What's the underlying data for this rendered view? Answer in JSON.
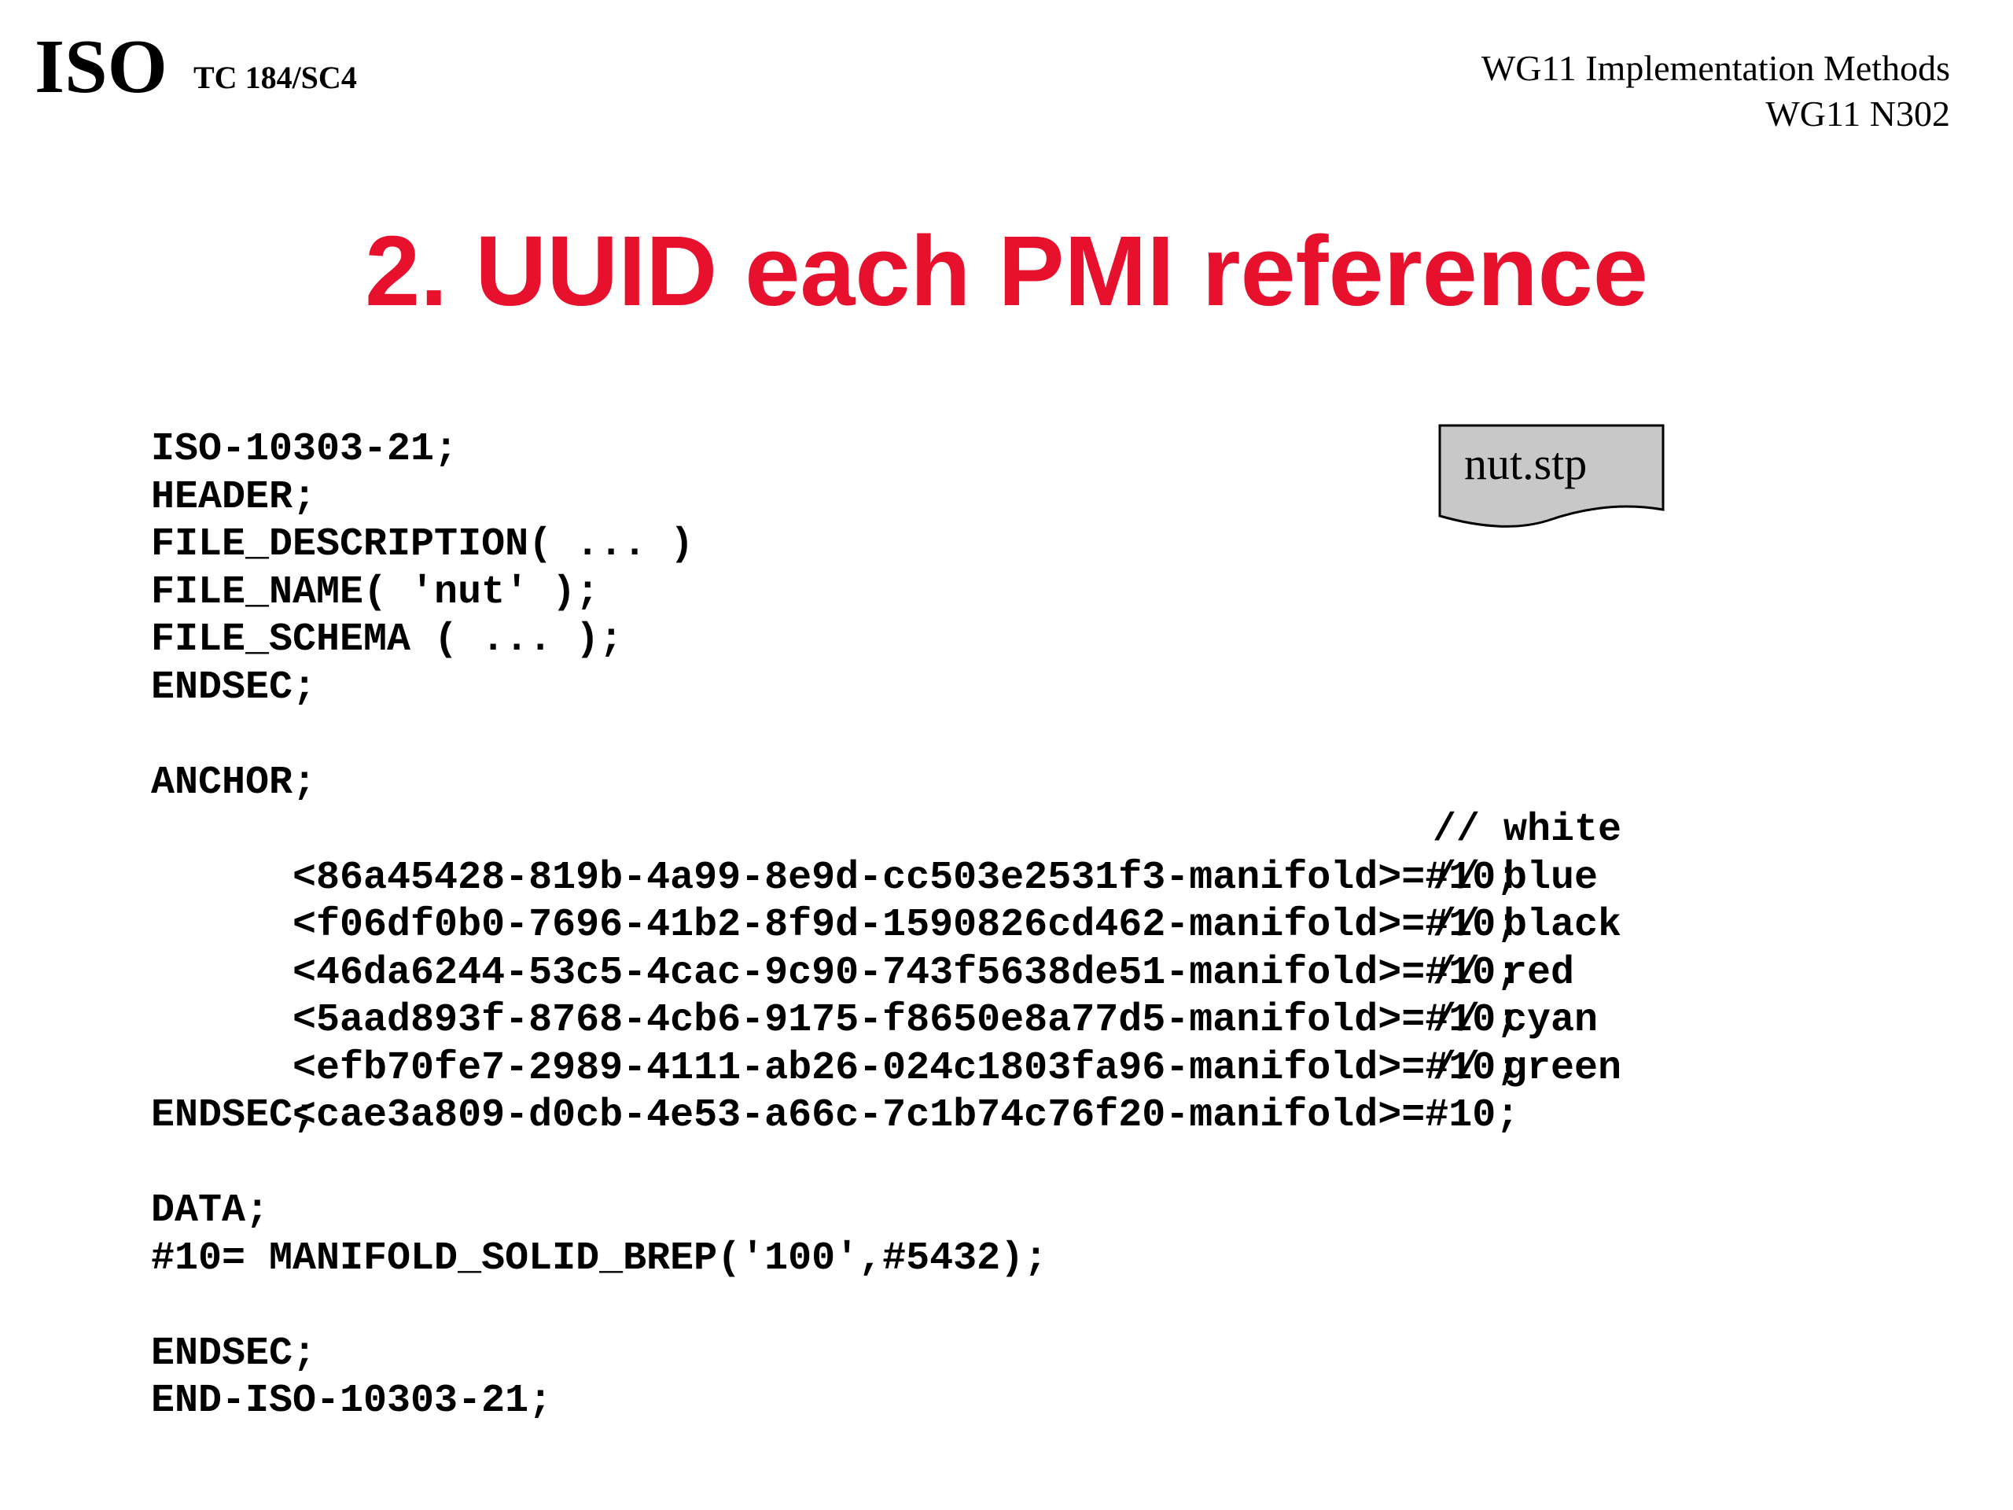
{
  "header": {
    "logo": "ISO",
    "committee": "TC 184/SC4",
    "group_line": "WG11 Implementation Methods",
    "document_number": "WG11 N302"
  },
  "title": {
    "text": "2. UUID each PMI reference",
    "color": "#e8112d"
  },
  "file_icon": {
    "label": "nut.stp",
    "fill": "#c8c8c8",
    "stroke": "#000000"
  },
  "code": {
    "header_section": [
      "ISO-10303-21;",
      "HEADER;",
      "FILE_DESCRIPTION( ... )",
      "FILE_NAME( 'nut' );",
      "FILE_SCHEMA ( ... );",
      "ENDSEC;"
    ],
    "anchor_keyword": "ANCHOR;",
    "anchors": [
      {
        "uuid": "<86a45428-819b-4a99-8e9d-cc503e2531f3-manifold>=#10;",
        "comment": "// white"
      },
      {
        "uuid": "<f06df0b0-7696-41b2-8f9d-1590826cd462-manifold>=#10;",
        "comment": "// blue"
      },
      {
        "uuid": "<46da6244-53c5-4cac-9c90-743f5638de51-manifold>=#10;",
        "comment": "// black"
      },
      {
        "uuid": "<5aad893f-8768-4cb6-9175-f8650e8a77d5-manifold>=#10;",
        "comment": "// red"
      },
      {
        "uuid": "<efb70fe7-2989-4111-ab26-024c1803fa96-manifold>=#10;",
        "comment": "// cyan"
      },
      {
        "uuid": "<cae3a809-d0cb-4e53-a66c-7c1b74c76f20-manifold>=#10;",
        "comment": "// green"
      }
    ],
    "anchor_end": "ENDSEC;",
    "data_keyword": "DATA;",
    "data_line": "#10= MANIFOLD_SOLID_BREP('100',#5432);",
    "data_end": "ENDSEC;",
    "file_end": "END-ISO-10303-21;"
  }
}
